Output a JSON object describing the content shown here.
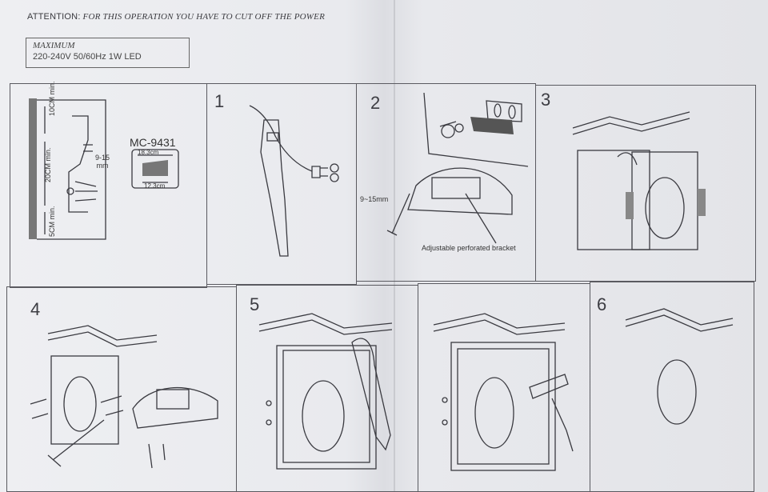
{
  "header": {
    "attention_label": "ATTENTION:",
    "attention_text": "FOR THIS OPERATION YOU HAVE TO CUT OFF THE POWER",
    "spec_title": "MAXIMUM",
    "spec_value": "220-240V 50/60Hz 1W LED"
  },
  "diagram0": {
    "dim_top": "10CM min.",
    "dim_middle": "20CM min.",
    "dim_bottom": "5CM min.",
    "dim_depth": "9-15 mm",
    "model": "MC-9431",
    "size_w": "18.3cm",
    "size_h": "12.3cm"
  },
  "steps": {
    "s1": "1",
    "s2": "2",
    "s3": "3",
    "s4": "4",
    "s5": "5",
    "s6": "6"
  },
  "step2": {
    "depth": "9~15mm",
    "bracket_label": "Adjustable perforated bracket"
  }
}
